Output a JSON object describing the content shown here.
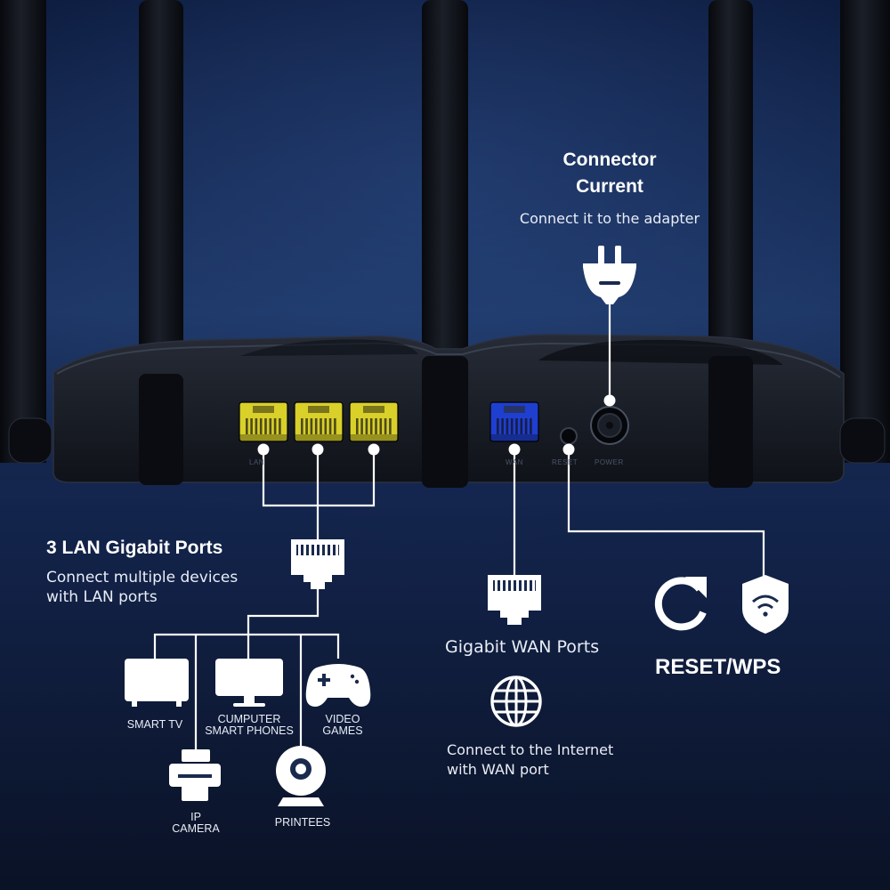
{
  "colors": {
    "background_top": "#1c3563",
    "background_bottom": "#0a1226",
    "lan_port": "#d9d02a",
    "wan_port": "#1f3fd0",
    "line": "#ffffff",
    "router_body": "#15181f"
  },
  "connector": {
    "title_line1": "Connector",
    "title_line2": "Current",
    "description": "Connect it to the adapter",
    "icon": "power-plug-icon"
  },
  "lan": {
    "title": "3 LAN Gigabit Ports",
    "description_line1": "Connect multiple devices",
    "description_line2": "with LAN ports",
    "port_icon": "ethernet-port-icon",
    "port_count": 3
  },
  "devices": [
    {
      "id": "smart-tv",
      "label_line1": "SMART TV",
      "label_line2": "",
      "icon": "tv-icon"
    },
    {
      "id": "computer",
      "label_line1": "CUMPUTER",
      "label_line2": "SMART PHONES",
      "icon": "monitor-icon"
    },
    {
      "id": "video-games",
      "label_line1": "VIDEO",
      "label_line2": "GAMES",
      "icon": "gamepad-icon"
    },
    {
      "id": "ip-camera",
      "label_line1": "IP",
      "label_line2": "CAMERA",
      "icon": "printer-icon"
    },
    {
      "id": "printees",
      "label_line1": "PRINTEES",
      "label_line2": "",
      "icon": "webcam-icon"
    }
  ],
  "wan": {
    "title": "Gigabit WAN Ports",
    "description_line1": "Connect to the Internet",
    "description_line2": "with WAN port",
    "port_icon": "ethernet-port-icon",
    "globe_icon": "globe-icon"
  },
  "reset": {
    "title": "RESET/WPS",
    "reset_icon": "refresh-icon",
    "wps_icon": "wifi-shield-icon"
  },
  "router_labels": {
    "lan_ports": "LAN",
    "wan_port": "WAN",
    "reset_button": "RESET",
    "power": "POWER"
  }
}
